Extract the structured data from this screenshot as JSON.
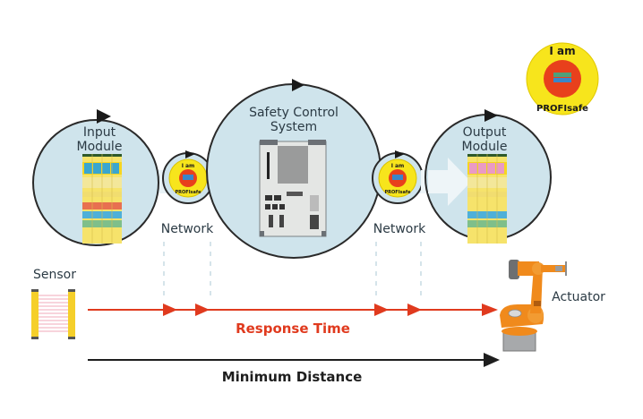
{
  "diagram": {
    "title": "PROFIsafe safety response chain",
    "badge": {
      "top_text": "I am",
      "bottom_text": "PROFIsafe"
    },
    "nodes": {
      "input_module": {
        "line1": "Input",
        "line2": "Module"
      },
      "network_1": {
        "label": "Network"
      },
      "safety_control": {
        "line1": "Safety Control",
        "line2": "System"
      },
      "network_2": {
        "label": "Network"
      },
      "output_module": {
        "line1": "Output",
        "line2": "Module"
      }
    },
    "sensor": {
      "label": "Sensor"
    },
    "actuator": {
      "label": "Actuator"
    },
    "response_time": {
      "label": "Response Time"
    },
    "minimum_distance": {
      "label": "Minimum Distance"
    }
  },
  "colors": {
    "circle_fill": "#cfe4ec",
    "circle_stroke": "#2a2a2a",
    "flow_band": "#e8f2f6",
    "response_red": "#e03a1e",
    "distance_black": "#1e1e1e",
    "badge_yellow": "#f7e51c",
    "badge_red": "#e8401c",
    "module_yellow": "#f6e36b",
    "robot_orange": "#f08a1c"
  }
}
